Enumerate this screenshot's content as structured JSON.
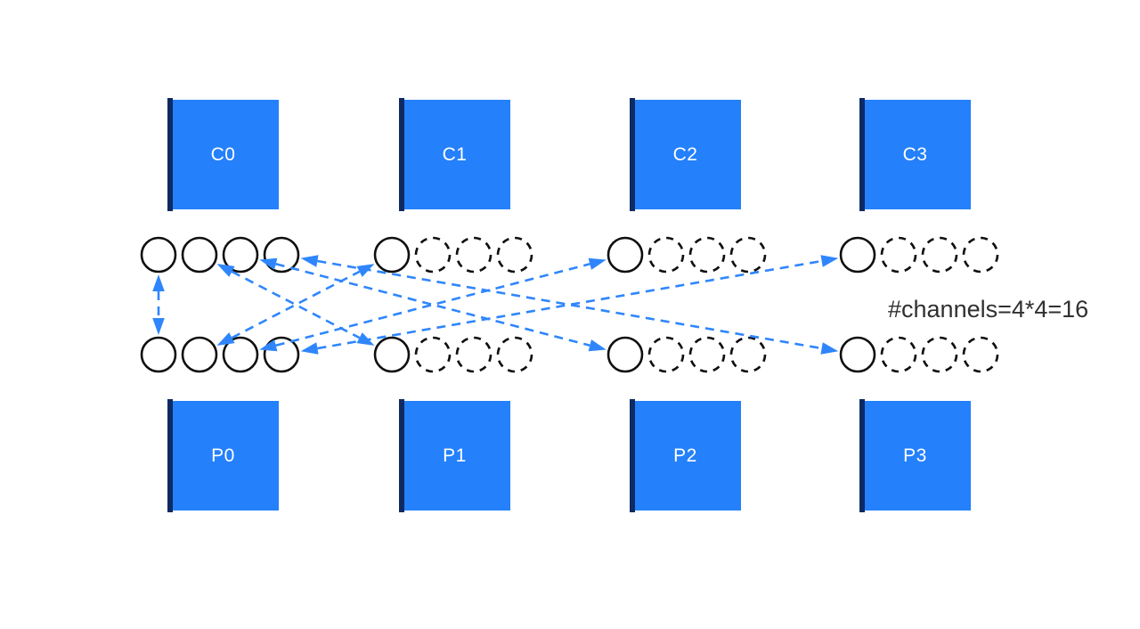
{
  "colors": {
    "background": "#ffffff",
    "box_fill": "#2480fb",
    "box_edge": "#0e2a63",
    "arrow_blue": "#2f86fc",
    "circle_stroke": "#0f0f0f",
    "text_dark": "#303030"
  },
  "annotation": {
    "text": "#channels=4*4=16"
  },
  "diagram": {
    "consumers": [
      {
        "label": "C0",
        "channels": [
          "solid",
          "solid",
          "solid",
          "solid"
        ]
      },
      {
        "label": "C1",
        "channels": [
          "solid",
          "dashed",
          "dashed",
          "dashed"
        ]
      },
      {
        "label": "C2",
        "channels": [
          "solid",
          "dashed",
          "dashed",
          "dashed"
        ]
      },
      {
        "label": "C3",
        "channels": [
          "solid",
          "dashed",
          "dashed",
          "dashed"
        ]
      }
    ],
    "producers": [
      {
        "label": "P0",
        "channels": [
          "solid",
          "solid",
          "solid",
          "solid"
        ]
      },
      {
        "label": "P1",
        "channels": [
          "solid",
          "dashed",
          "dashed",
          "dashed"
        ]
      },
      {
        "label": "P2",
        "channels": [
          "solid",
          "dashed",
          "dashed",
          "dashed"
        ]
      },
      {
        "label": "P3",
        "channels": [
          "solid",
          "dashed",
          "dashed",
          "dashed"
        ]
      }
    ],
    "connections": [
      {
        "from": "C0.1",
        "to": "P0.1",
        "bidirectional": true
      },
      {
        "from": "C0.2",
        "to": "P1.1",
        "bidirectional": true
      },
      {
        "from": "C0.3",
        "to": "P2.1",
        "bidirectional": true
      },
      {
        "from": "C0.4",
        "to": "P3.1",
        "bidirectional": true
      },
      {
        "from": "P0.2",
        "to": "C1.1",
        "bidirectional": true
      },
      {
        "from": "P0.3",
        "to": "C2.1",
        "bidirectional": true
      },
      {
        "from": "P0.4",
        "to": "C3.1",
        "bidirectional": true
      }
    ]
  }
}
